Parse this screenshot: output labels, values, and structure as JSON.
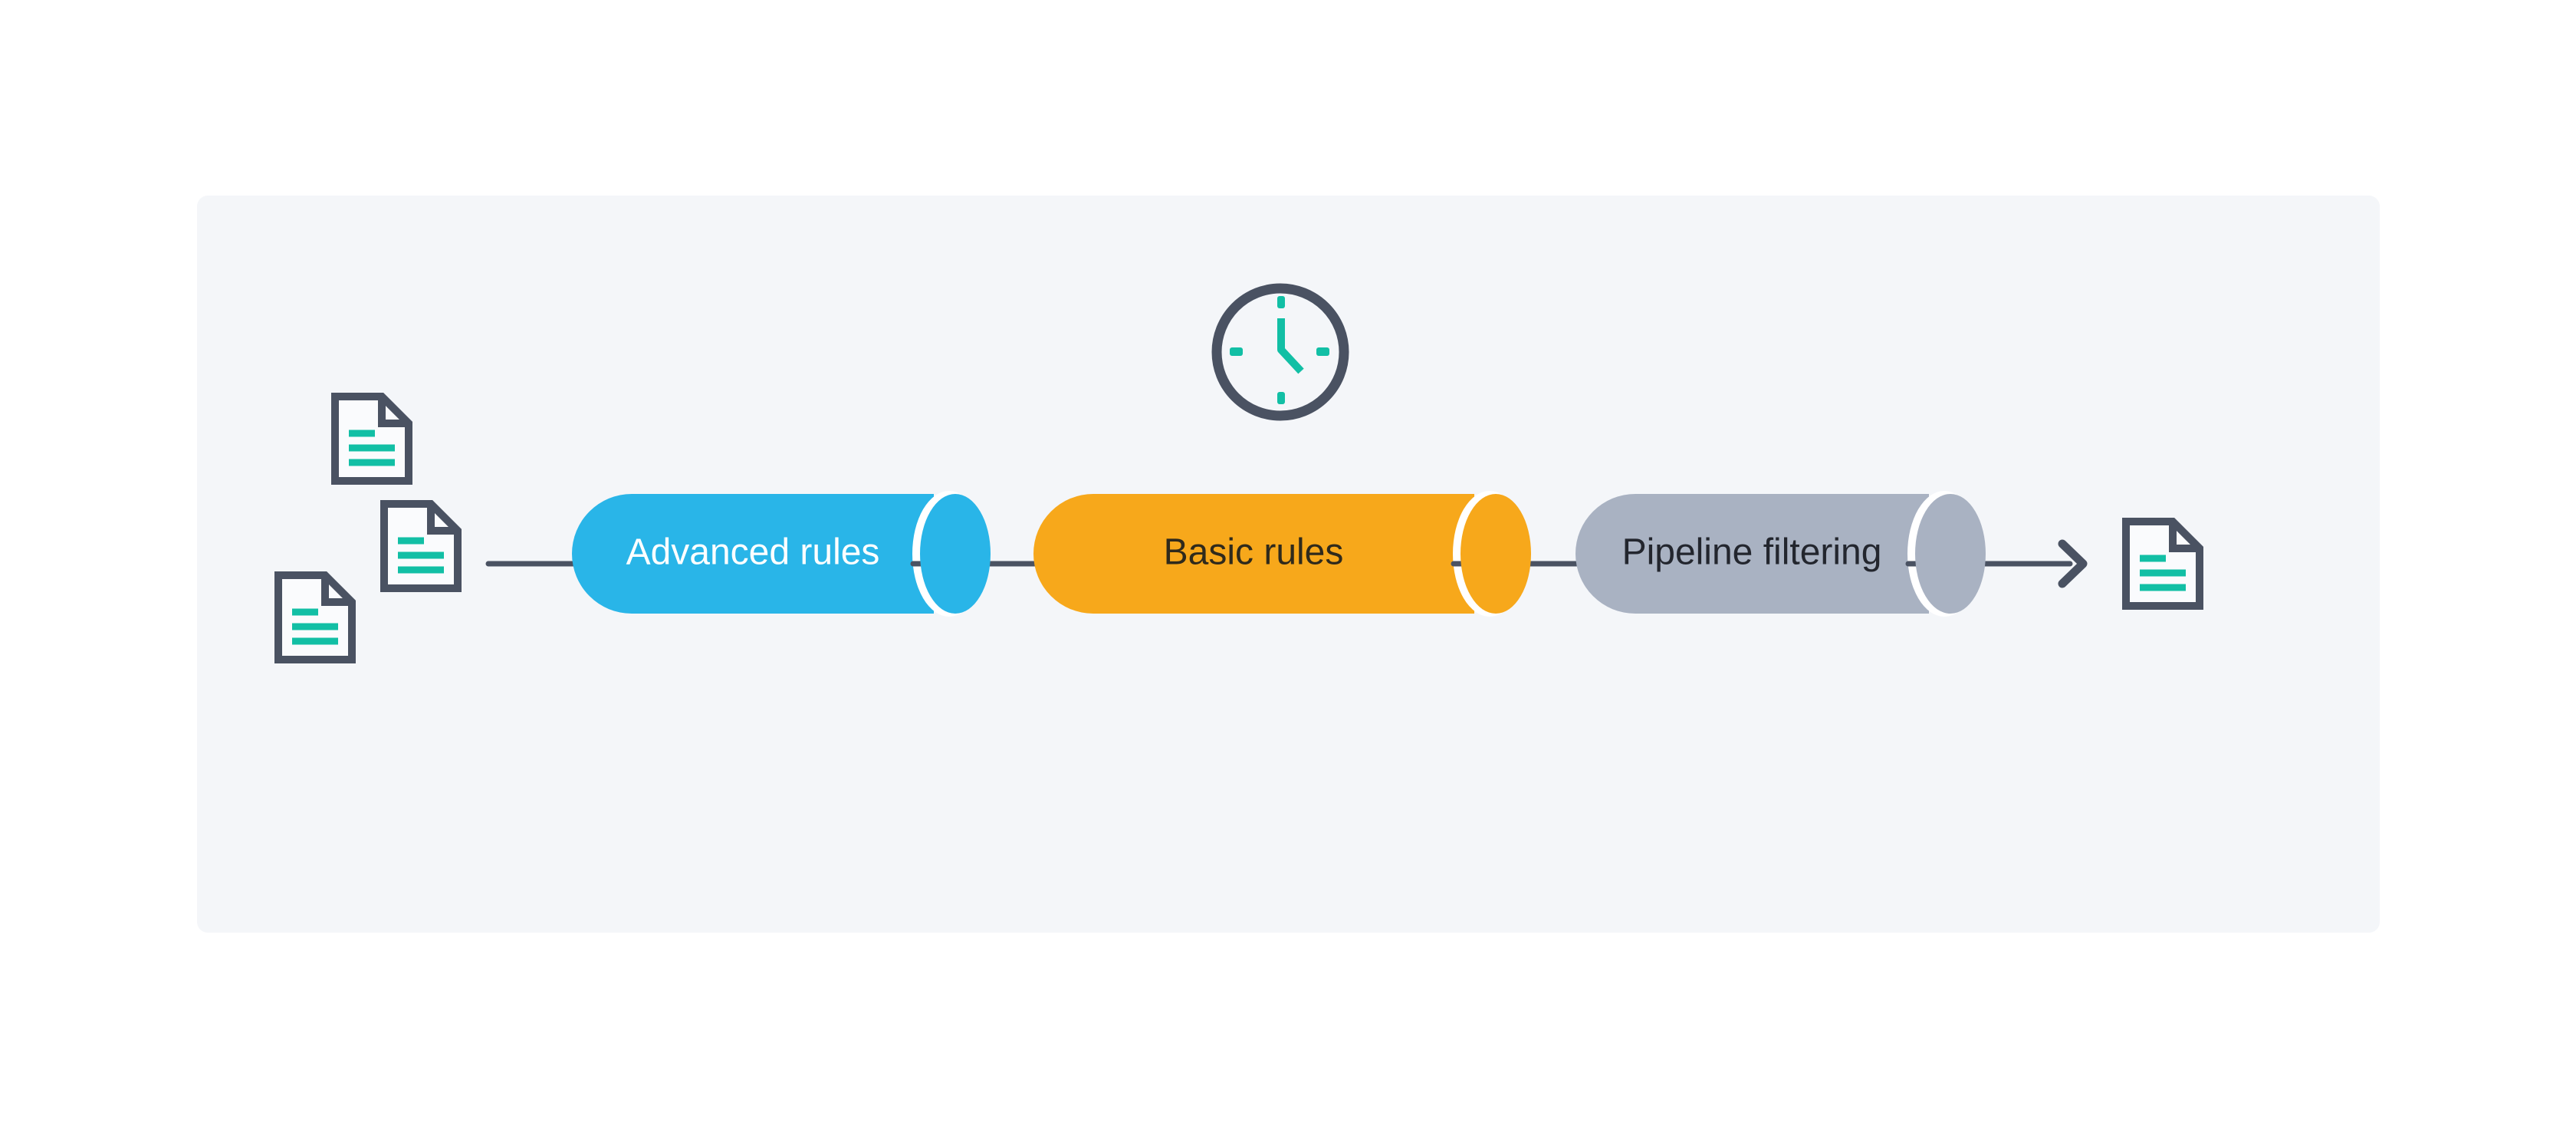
{
  "stages": [
    {
      "label": "Advanced rules",
      "fill": "#29b5e8",
      "text_color": "#ffffff"
    },
    {
      "label": "Basic rules",
      "fill": "#f7a81b",
      "text_color": "#2f2a1c"
    },
    {
      "label": "Pipeline filtering",
      "fill": "#a9b2c2",
      "text_color": "#23262e"
    }
  ],
  "colors": {
    "page_background": "#ffffff",
    "panel_background": "#f4f6f9",
    "line_slate": "#4a5262",
    "accent_teal": "#12bfa5",
    "cap_gap_white": "#ffffff"
  },
  "icons": {
    "clock": "clock-icon",
    "input_documents": [
      "document-icon",
      "document-icon",
      "document-icon"
    ],
    "output_document": "document-icon"
  }
}
